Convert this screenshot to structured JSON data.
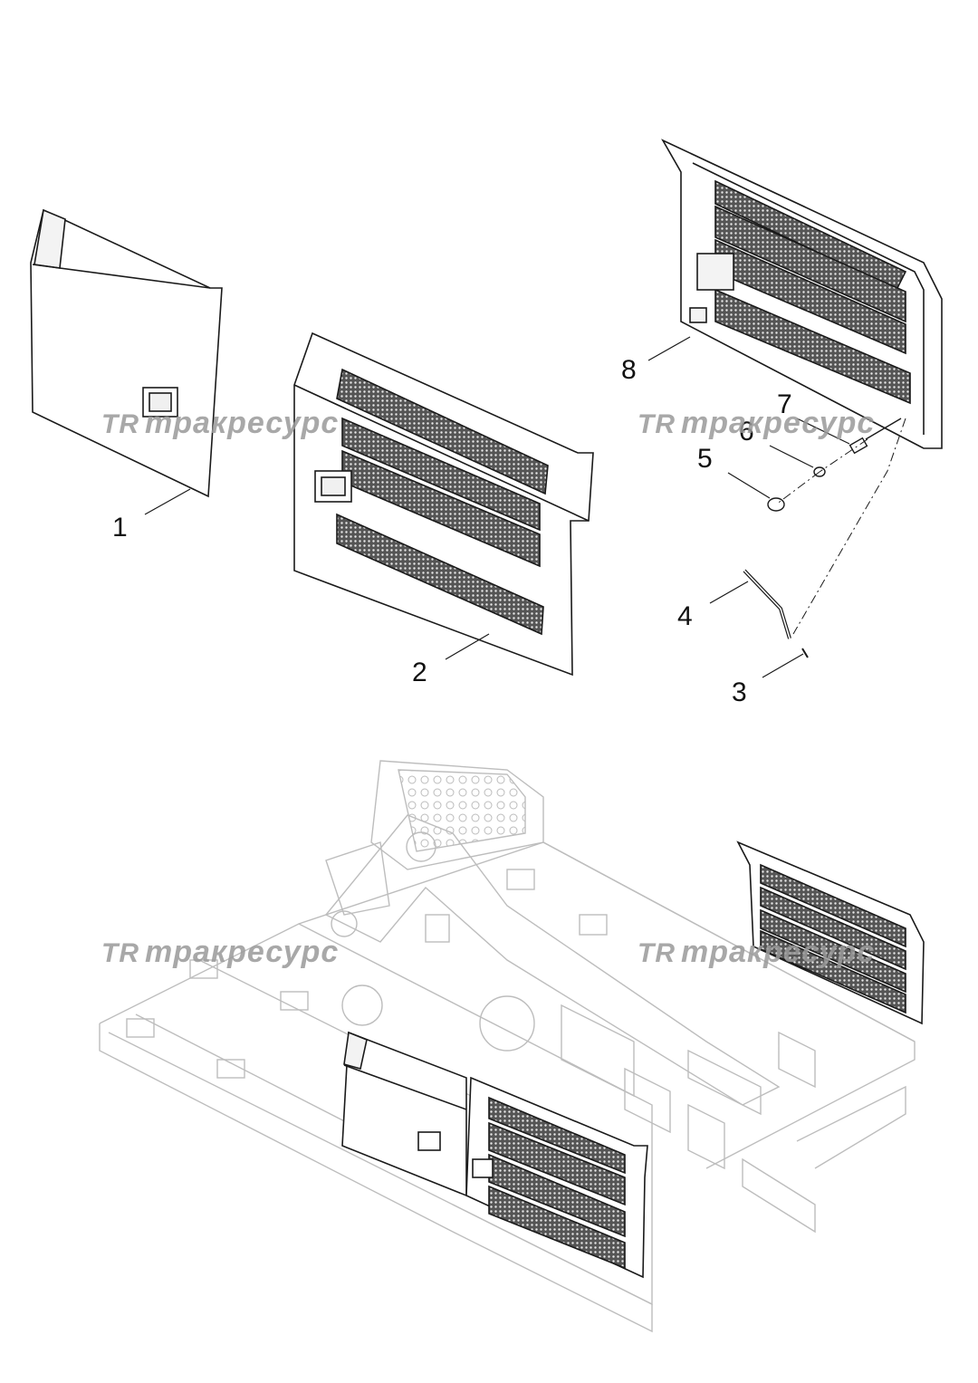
{
  "callouts": [
    "1",
    "2",
    "3",
    "4",
    "5",
    "6",
    "7",
    "8"
  ],
  "watermark": {
    "logo": "TR",
    "text": "тракресурс"
  },
  "colors": {
    "line": "#1a1a1a",
    "ghost": "#bdbdbd",
    "mesh": "#333333",
    "watermark": "#9a9a9a"
  }
}
